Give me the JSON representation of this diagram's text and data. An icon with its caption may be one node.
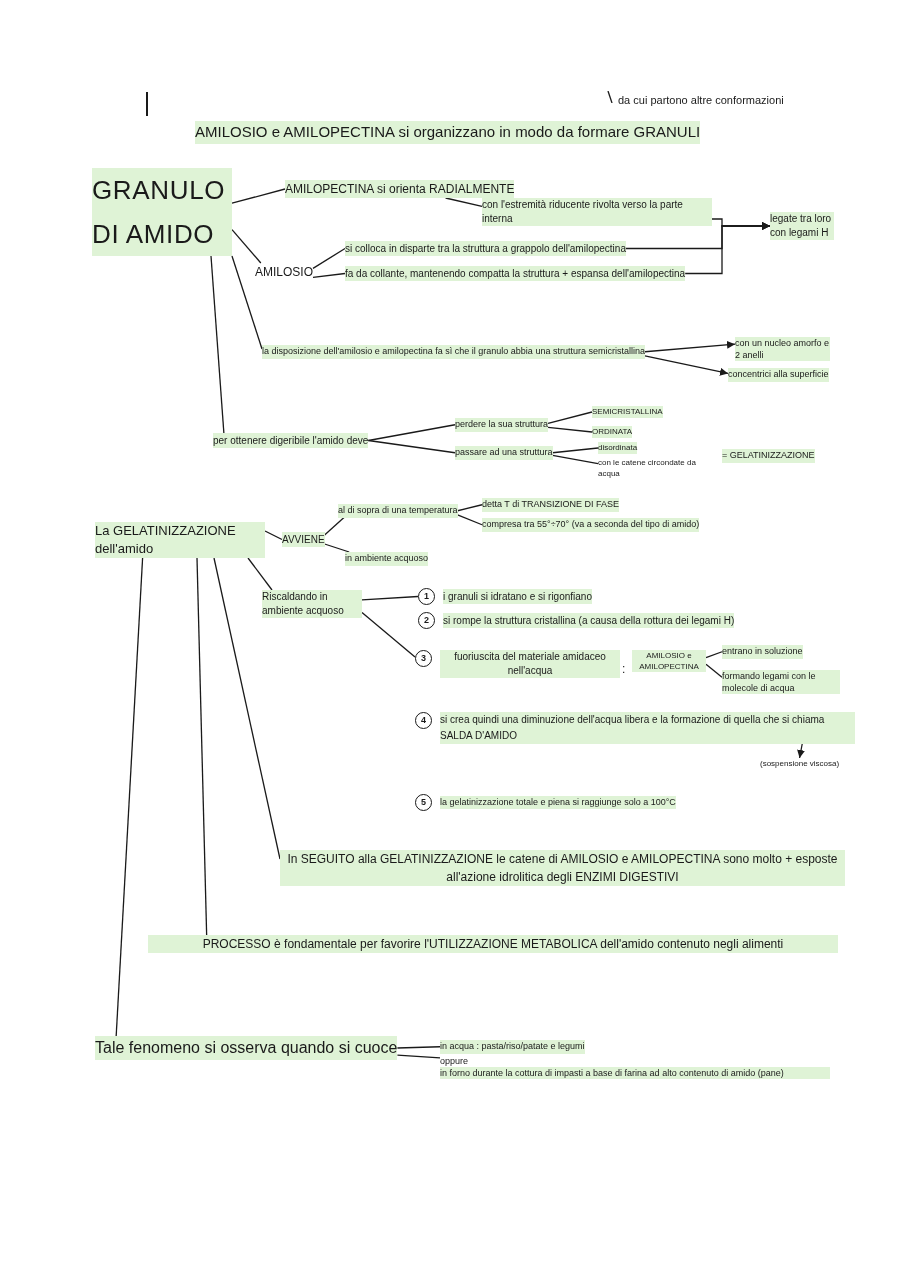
{
  "diagram": {
    "nodes": [
      {
        "text": [
          "GRANULO DI AMIDO"
        ]
      },
      {
        "text": [
          "AMILOPECTINA si orienta RADIALMENTE"
        ]
      },
      {
        "text": [
          "con l'estremità riducente rivolta verso la parte interna"
        ]
      },
      {
        "text": [
          "AMILOSIO"
        ]
      },
      {
        "text": [
          "si colloca in disparte tra la struttura a grappolo dell'amilopectina"
        ]
      },
      {
        "text": [
          "fa da collante, mantenendo compatta la struttura + espansa dell'amilopectina"
        ]
      },
      {
        "text": [
          "legate tra loro con legami H"
        ]
      },
      {
        "text": [
          "la disposizione dell'amilosio e amilopectina fa sì che il granulo abbia una struttura semicristallina"
        ]
      },
      {
        "text": [
          "con un nucleo amorfo e 2 anelli"
        ]
      },
      {
        "text": [
          "concentrici alla superficie"
        ]
      },
      {
        "text": [
          "per ottenere digeribile l'amido deve"
        ]
      },
      {
        "text": [
          "perdere la sua struttura"
        ]
      },
      {
        "text": [
          "SEMICRISTALLINA"
        ]
      },
      {
        "text": [
          "ORDINATA"
        ]
      },
      {
        "text": [
          "passare ad una struttura"
        ]
      },
      {
        "text": [
          "disordinata"
        ]
      },
      {
        "text": [
          "con le catene circondate da acqua"
        ]
      },
      {
        "text": [
          "= GELATINIZZAZIONE"
        ]
      },
      {
        "text": [
          "La GELATINIZZAZIONE dell'amido"
        ]
      },
      {
        "text": [
          "AVVIENE"
        ]
      },
      {
        "text": [
          "al di sopra di una temperatura"
        ]
      },
      {
        "text": [
          "detta T di TRANSIZIONE DI FASE"
        ]
      },
      {
        "text": [
          "compresa tra 55°÷70° (va a seconda del tipo di amido)"
        ]
      },
      {
        "text": [
          "in ambiente acquoso"
        ]
      },
      {
        "text": [
          "Riscaldando in ambiente acquoso"
        ]
      },
      {
        "text": [
          "1",
          "i granuli si idratano e si rigonfiano"
        ]
      },
      {
        "text": [
          "2",
          "si rompe la struttura cristallina (a causa della rottura dei legami H)"
        ]
      },
      {
        "text": [
          "3",
          "fuoriuscita del materiale amidaceo nell'acqua"
        ],
        "beside": [
          ":"
        ]
      },
      {
        "text": [
          "AMILOSIO e AMILOPECTINA"
        ]
      },
      {
        "text": [
          "entrano in soluzione"
        ]
      },
      {
        "text": [
          "formando legami con le molecole di acqua"
        ]
      },
      {
        "text": [
          "4",
          "si crea quindi una diminuzione dell'acqua libera e la formazione di quella che si chiama SALDA D'AMIDO"
        ]
      },
      {
        "text": [
          "(sospensione viscosa)"
        ]
      },
      {
        "text": [
          "5",
          "la gelatinizzazione totale e piena si raggiunge solo a 100°C"
        ]
      },
      {
        "text": [
          "In SEGUITO alla GELATINIZZAZIONE le catene di AMILOSIO e AMILOPECTINA sono molto + esposte all'azione idrolitica degli ENZIMI DIGESTIVI"
        ]
      },
      {
        "text": [
          "PROCESSO è fondamentale per favorire l'UTILIZZAZIONE METABOLICA dell'amido contenuto negli alimenti"
        ]
      },
      {
        "text": [
          "Tale fenomeno si osserva quando si cuoce"
        ]
      },
      {
        "text": [
          "in acqua : pasta/riso/patate e legumi"
        ]
      },
      {
        "text": [
          "oppure",
          "in forno durante la cottura di impasti a base di farina ad alto contenuto di amido (pane)"
        ]
      }
    ],
    "edges": [
      {
        "from": 0,
        "to": 1,
        "arrow": "none"
      },
      {
        "from": 0,
        "to": 3,
        "arrow": "none"
      },
      {
        "from": 0,
        "to": 7,
        "arrow": "none"
      },
      {
        "from": 0,
        "to": 10,
        "arrow": "none"
      },
      {
        "from": 1,
        "to": 2,
        "arrow": "none"
      },
      {
        "from": 3,
        "to": 4,
        "arrow": "none"
      },
      {
        "from": 3,
        "to": 5,
        "arrow": "none"
      },
      {
        "from": 2,
        "to": 6,
        "arrow": "to"
      },
      {
        "from": 4,
        "to": 6,
        "arrow": "to"
      },
      {
        "from": 5,
        "to": 6,
        "arrow": "to"
      },
      {
        "from": 7,
        "to": 8,
        "arrow": "to"
      },
      {
        "from": 7,
        "to": 9,
        "arrow": "to"
      },
      {
        "from": 10,
        "to": 11,
        "arrow": "none"
      },
      {
        "from": 10,
        "to": 14,
        "arrow": "none"
      },
      {
        "from": 11,
        "to": 12,
        "arrow": "none"
      },
      {
        "from": 11,
        "to": 13,
        "arrow": "none"
      },
      {
        "from": 14,
        "to": 15,
        "arrow": "none"
      },
      {
        "from": 14,
        "to": 16,
        "arrow": "none"
      },
      {
        "from": 18,
        "to": 19,
        "arrow": "none"
      },
      {
        "from": 19,
        "to": 20,
        "arrow": "none"
      },
      {
        "from": 19,
        "to": 23,
        "arrow": "none"
      },
      {
        "from": 20,
        "to": 21,
        "arrow": "none"
      },
      {
        "from": 20,
        "to": 22,
        "arrow": "none"
      },
      {
        "from": 18,
        "to": 24,
        "arrow": "none"
      },
      {
        "from": 24,
        "to": 25,
        "arrow": "none"
      },
      {
        "from": 24,
        "to": 27,
        "arrow": "none"
      },
      {
        "from": 28,
        "to": 29,
        "arrow": "none"
      },
      {
        "from": 28,
        "to": 30,
        "arrow": "none"
      },
      {
        "from": 31,
        "to": 32,
        "arrow": "to"
      },
      {
        "from": 18,
        "to": 34,
        "arrow": "none"
      },
      {
        "from": 18,
        "to": 35,
        "arrow": "none"
      },
      {
        "from": 18,
        "to": 36,
        "arrow": "none"
      },
      {
        "from": 36,
        "to": 37,
        "arrow": "none"
      },
      {
        "from": 36,
        "to": 38,
        "arrow": "none"
      }
    ],
    "labels": [
      "da cui partono altre conformazioni",
      "AMILOSIO e AMILOPECTINA si organizzano in modo da formare GRANULI"
    ]
  }
}
